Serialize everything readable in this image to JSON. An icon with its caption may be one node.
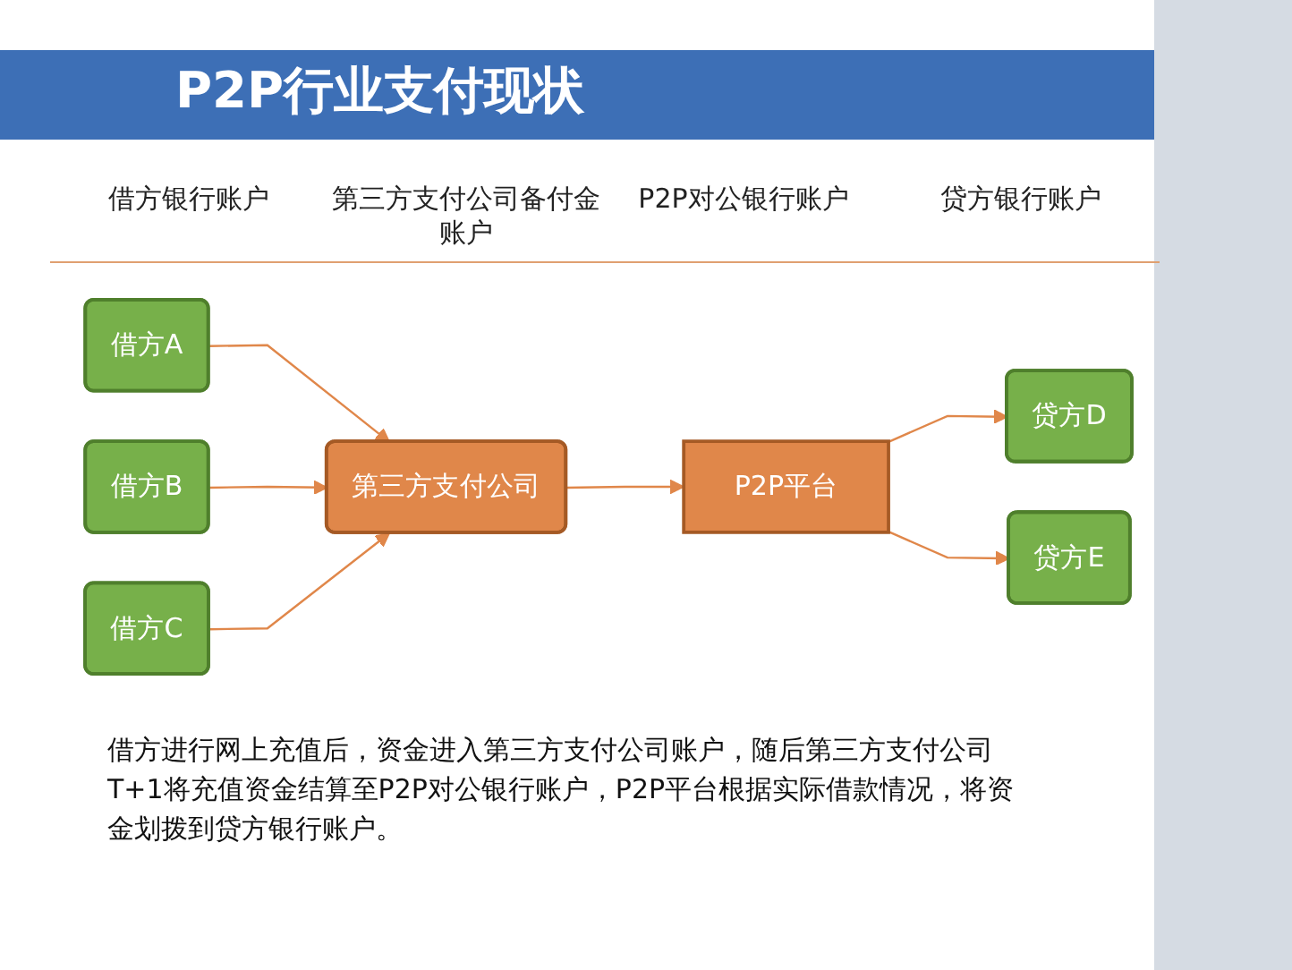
{
  "diagram": {
    "title": "P2P行业支付现状",
    "nodes": [
      {
        "text": [
          "借方A"
        ]
      },
      {
        "text": [
          "借方B"
        ]
      },
      {
        "text": [
          "借方C"
        ]
      },
      {
        "text": [
          "第三方支付公司"
        ]
      },
      {
        "text": [
          "P2P平台"
        ]
      },
      {
        "text": [
          "贷方D"
        ]
      },
      {
        "text": [
          "贷方E"
        ]
      }
    ],
    "edges": [
      {
        "from": 0,
        "to": 3,
        "arrow": "to"
      },
      {
        "from": 1,
        "to": 3,
        "arrow": "to"
      },
      {
        "from": 2,
        "to": 3,
        "arrow": "to"
      },
      {
        "from": 3,
        "to": 4,
        "arrow": "to"
      },
      {
        "from": 4,
        "to": 5,
        "arrow": "to"
      },
      {
        "from": 4,
        "to": 6,
        "arrow": "to"
      }
    ],
    "labels": [
      "借方银行账户",
      "第三方支付公司备付金账户",
      "P2P对公银行账户",
      "贷方银行账户"
    ],
    "caption": "借方进行网上充值后，资金进入第三方支付公司账户，随后第三方支付公司T+1将充值资金结算至P2P对公银行账户，P2P平台根据实际借款情况，将资金划拨到贷方银行账户。"
  }
}
